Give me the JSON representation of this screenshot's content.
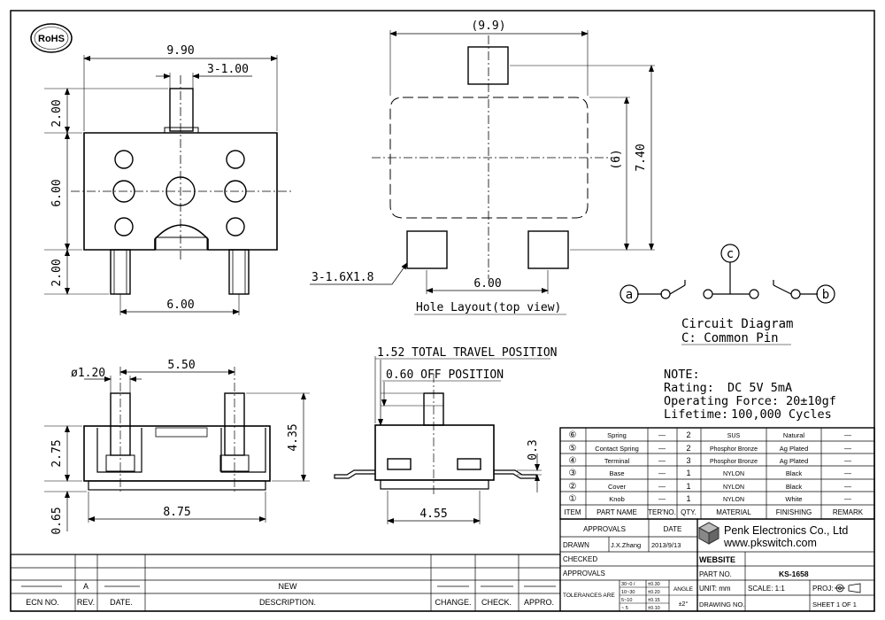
{
  "rohs": "RoHS",
  "front_view": {
    "width": "9.90",
    "pin_pitch_label": "3-1.00",
    "dim_top": "2.00",
    "dim_mid": "6.00",
    "dim_bot": "2.00",
    "pin_span": "6.00"
  },
  "hole_layout": {
    "top_dim": "(9.9)",
    "dim_inner": "(6)",
    "dim_outer": "7.40",
    "pad_label": "3-1.6X1.8",
    "pad_span": "6.00",
    "caption": "Hole Layout(top view)"
  },
  "circuit": {
    "node_a": "a",
    "node_b": "b",
    "node_c": "c",
    "title": "Circuit Diagram",
    "subtitle": "C: Common Pin"
  },
  "side_view": {
    "hole_dia": "ø1.20",
    "spacing": "5.50",
    "height_left": "2.75",
    "height_right": "4.35",
    "base_thk": "0.65",
    "length": "8.75"
  },
  "travel_view": {
    "total_travel": "1.52 TOTAL TRAVEL POSITION",
    "off_position": "0.60 OFF POSITION",
    "lead_thk": "0.3",
    "width": "4.55"
  },
  "notes": {
    "title": "NOTE:",
    "lines": [
      {
        "key": "Rating:",
        "val": "DC 5V 5mA"
      },
      {
        "key": "Operating Force:",
        "val": "20±10gf"
      },
      {
        "key": "Lifetime:",
        "val": "100,000 Cycles"
      }
    ]
  },
  "bom": {
    "headers": [
      "ITEM",
      "PART NAME",
      "TER'NO.",
      "QTY.",
      "MATERIAL",
      "FINISHING",
      "REMARK"
    ],
    "rows": [
      {
        "item": "⑥",
        "name": "Spring",
        "ter": "—",
        "qty": "2",
        "material": "SUS",
        "finish": "Natural",
        "remark": "—"
      },
      {
        "item": "⑤",
        "name": "Contact Spring",
        "ter": "—",
        "qty": "2",
        "material": "Phosphor Bronze",
        "finish": "Ag Plated",
        "remark": "—"
      },
      {
        "item": "④",
        "name": "Terminal",
        "ter": "—",
        "qty": "3",
        "material": "Phosphor Bronze",
        "finish": "Ag Plated",
        "remark": "—"
      },
      {
        "item": "③",
        "name": "Base",
        "ter": "—",
        "qty": "1",
        "material": "NYLON",
        "finish": "Black",
        "remark": "—"
      },
      {
        "item": "②",
        "name": "Cover",
        "ter": "—",
        "qty": "1",
        "material": "NYLON",
        "finish": "Black",
        "remark": "—"
      },
      {
        "item": "①",
        "name": "Knob",
        "ter": "—",
        "qty": "1",
        "material": "NYLON",
        "finish": "White",
        "remark": "—"
      }
    ]
  },
  "approvals": {
    "header": "APPROVALS",
    "date_header": "DATE",
    "drawn_label": "DRAWN",
    "drawn_by": "J.X.Zhang",
    "drawn_date": "2013/9/13",
    "checked_label": "CHECKED",
    "approvals_label": "APPROVALS",
    "tolerances_label": "TOLERANCES ARE",
    "tol_ranges": [
      "30~0 /",
      "10~30",
      "5~10",
      "~ 5"
    ],
    "tol_values": [
      "±0.30",
      "±0.20",
      "±0.15",
      "±0.10"
    ],
    "angle_label": "ANGLE",
    "angle_value": "±2°"
  },
  "company": {
    "name": "Penk Electronics Co., Ltd",
    "website": "www.pkswitch.com",
    "website_label": "WEBSITE",
    "part_label": "PART NO.",
    "part_no": "KS-1658",
    "unit": "UNIT: mm",
    "scale": "SCALE: 1:1",
    "proj": "PROJ:",
    "drawing_no": "DRAWING NO.",
    "sheet": "SHEET 1 OF 1"
  },
  "revision": {
    "headers": [
      "ECN NO.",
      "REV.",
      "DATE.",
      "DESCRIPTION.",
      "CHANGE.",
      "CHECK.",
      "APPRO."
    ],
    "rev": "A",
    "desc": "NEW"
  }
}
